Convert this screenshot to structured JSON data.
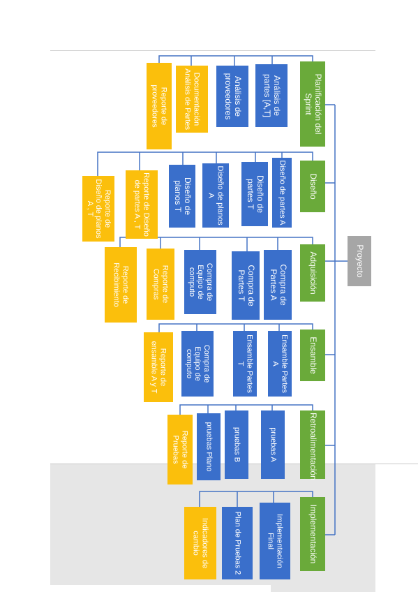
{
  "diagram": {
    "root": "Proyecto",
    "branches": [
      {
        "label": "Planificación del Sprint",
        "children": [
          "Análisis de partes [A,T]",
          "Análisis de proveedores",
          "Documentación Análisis de Partes",
          "Reporte de proveedores"
        ]
      },
      {
        "label": "Diseño",
        "children": [
          "Diseño de partes A",
          "Diseño de partes T",
          "Diseño de planos A",
          "Diseño de planos T",
          "Reporte de Diseño de partes A , T",
          "Reporte de Diseño de planos A , T"
        ]
      },
      {
        "label": "Adquisición",
        "children": [
          "Compra de Partes A",
          "Compra de Partes T",
          "Compra de Equipo de computo",
          "Reporte de Compras",
          "Reporte de Recibimiento"
        ]
      },
      {
        "label": "Ensamble",
        "children": [
          "Ensamble Partes A",
          "Ensamble Partes T",
          "Compra de Equipo de computo",
          "Reporte de ensamble A y T"
        ]
      },
      {
        "label": "Retroalimentación",
        "children": [
          "pruebas A",
          "pruebas B",
          "pruebas Plano",
          "Reporte de Pruebas"
        ]
      },
      {
        "label": "Implementación",
        "children": [
          "Implementación Final",
          "Plan de Pruebas 2",
          "Indicadores de cambio"
        ]
      }
    ]
  },
  "colors": {
    "phase": "#6aaa3a",
    "task": "#3a6fcb",
    "report": "#fbbf0c",
    "root": "#a6a6a6",
    "connector": "#4472c4"
  }
}
